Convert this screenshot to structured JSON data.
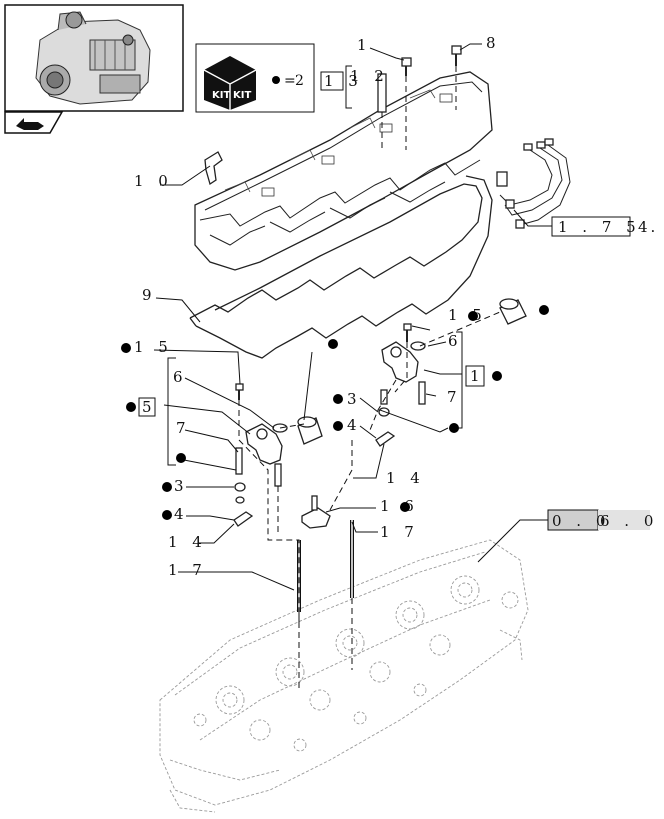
{
  "kit": {
    "badge_text": "KIT",
    "qty": "2"
  },
  "refs": {
    "ref_1_75_4": "1 . 7 5 . 4",
    "ref_0_06_a": "0 . 0",
    "ref_0_06_b": "6 . 0",
    "ref_13": "1 3",
    "ref_1": "1",
    "ref_5": "5"
  },
  "callouts": {
    "c1": "1",
    "c8": "8",
    "c12": "1 2",
    "c10": "1 0",
    "c9": "9",
    "c15_top": "1 5",
    "c6_top": "6",
    "c7_top": "7",
    "c15_left": "1 5",
    "c6_left": "6",
    "c3_mid": "3",
    "c4_mid": "4",
    "c7_left": "7",
    "c14_mid": "1 4",
    "c3_low": "3",
    "c4_low": "4",
    "c16": "1 6",
    "c14_low": "1 4",
    "c17_right": "1 7",
    "c17_left": "1 7"
  }
}
